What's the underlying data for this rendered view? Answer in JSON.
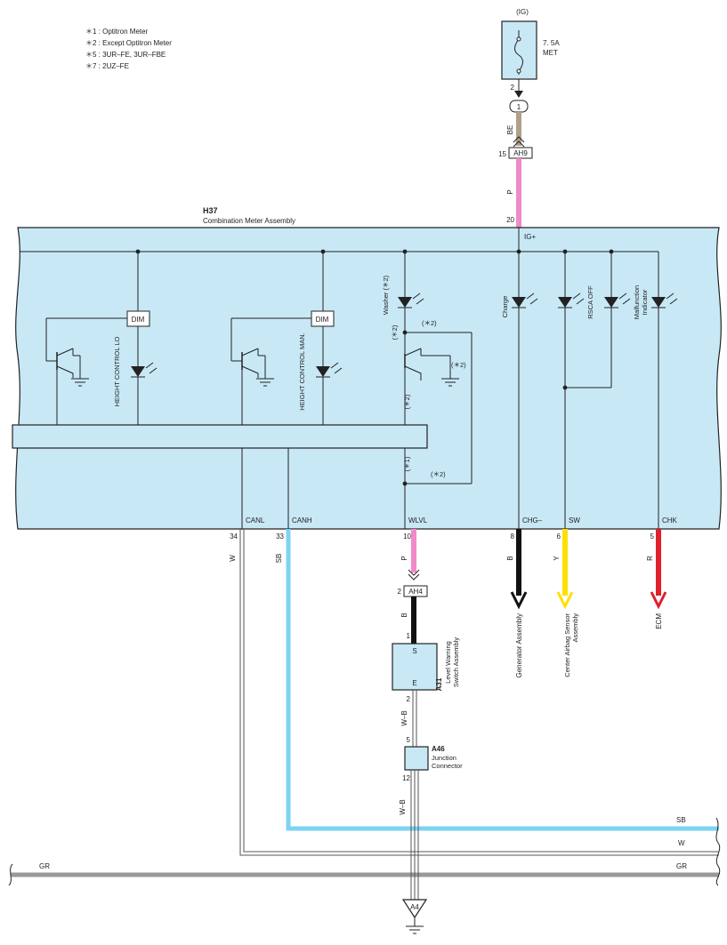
{
  "notes": [
    "＊1 : Optitron Meter",
    "＊2 : Except Optitron Meter",
    "＊5 : 3UR–FE,  3UR–FBE",
    "＊7 : 2UZ–FE"
  ],
  "fuse": {
    "supply": "(IG)",
    "rating": "7. 5A",
    "name": "MET",
    "pin": "2",
    "splice": "1"
  },
  "connectors": {
    "ah9": {
      "id": "AH9",
      "pin": "15"
    },
    "ah4": {
      "id": "AH4",
      "pin": "2"
    },
    "a31": {
      "id": "A31",
      "name": "Level Warning Switch Assembly",
      "pin_s": "1",
      "pin_e": "2",
      "term_s": "S",
      "term_e": "E"
    },
    "a46": {
      "id": "A46",
      "name": "Junction Connector",
      "pin_in": "5",
      "pin_out": "12"
    },
    "a4": {
      "id": "A4"
    }
  },
  "meter": {
    "id": "H37",
    "name": "Combination Meter Assembly",
    "ig_label": "IG+",
    "ig_pin": "20",
    "dim": "DIM",
    "height_lo": "HEIGHT CONTROL LO",
    "height_man": "HEIGHT CONTROL MAN.",
    "washer": "Washer (＊2)",
    "charge": "Charge",
    "rsca": "RSCA OFF",
    "malfunction": "Malfunction Indicator",
    "mark2": "(＊2)",
    "mark1": "(＊1)",
    "terminals": [
      {
        "name": "CANL",
        "pin": "34",
        "wire": "W"
      },
      {
        "name": "CANH",
        "pin": "33",
        "wire": "SB"
      },
      {
        "name": "WLVL",
        "pin": "10",
        "wire": "P"
      },
      {
        "name": "CHG–",
        "pin": "8",
        "wire": "B"
      },
      {
        "name": "SW",
        "pin": "6",
        "wire": "Y"
      },
      {
        "name": "CHK",
        "pin": "5",
        "wire": "R"
      }
    ]
  },
  "wire_colors": {
    "be": "BE",
    "p": "P",
    "b": "B",
    "wb": "W–B",
    "sb": "SB",
    "w": "W",
    "gr": "GR"
  },
  "destinations": {
    "generator": "Generator Assembly",
    "airbag": "Center Airbag Sensor Assembly",
    "ecm": "ECM"
  },
  "colors": {
    "panel": "#c8e8f6",
    "pink": "#f08ac8",
    "beige": "#b0a08a",
    "sb": "#7fd3f2",
    "yellow": "#ffe000",
    "red": "#e0202a",
    "gray": "#999999"
  }
}
